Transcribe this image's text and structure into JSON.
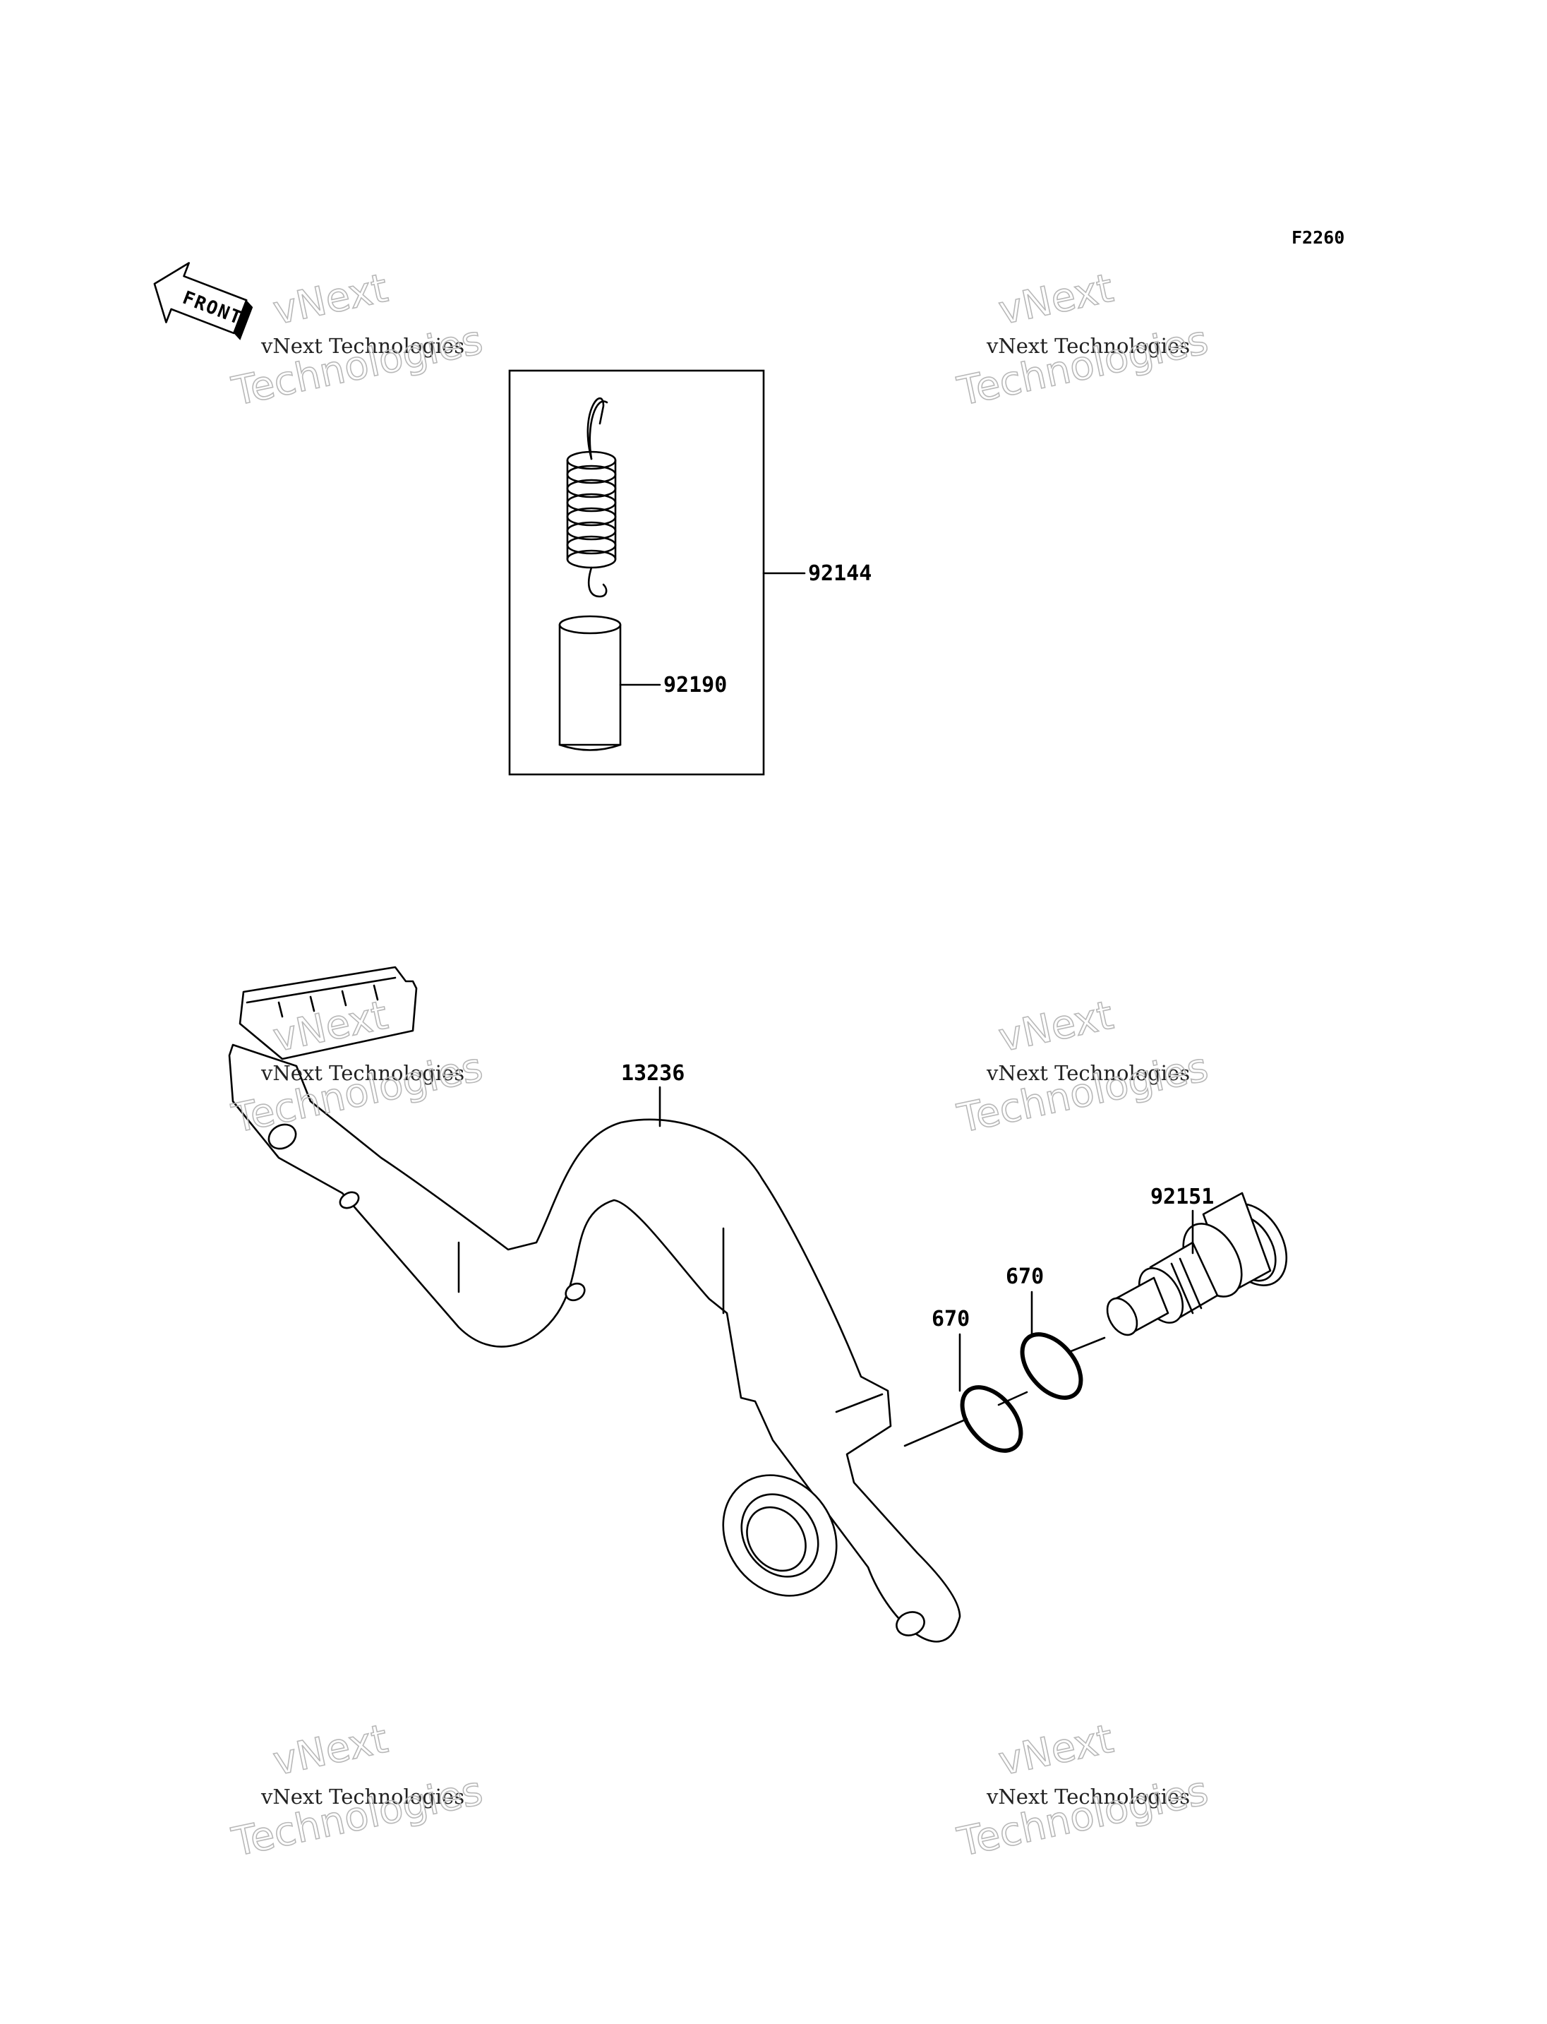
{
  "diagram_code": "F2260",
  "front_arrow": {
    "text": "FRONT"
  },
  "parts": [
    {
      "id": "p92144",
      "number": "92144"
    },
    {
      "id": "p92190",
      "number": "92190"
    },
    {
      "id": "p13236",
      "number": "13236"
    },
    {
      "id": "p92151",
      "number": "92151"
    },
    {
      "id": "p670a",
      "number": "670"
    },
    {
      "id": "p670b",
      "number": "670"
    }
  ],
  "watermark": {
    "company": "vNext Technologies",
    "brand": "vNext",
    "word": "Technologies"
  }
}
